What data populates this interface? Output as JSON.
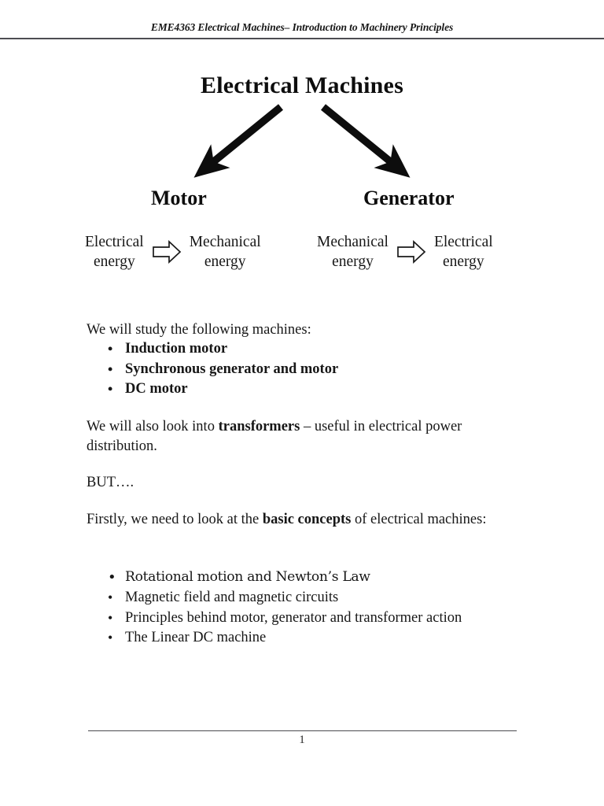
{
  "header": {
    "running_title": "EME4363 Electrical Machines– Introduction to Machinery Principles"
  },
  "title": "Electrical Machines",
  "diagram": {
    "branches": [
      {
        "name": "motor",
        "heading": "Motor"
      },
      {
        "name": "generator",
        "heading": "Generator"
      }
    ],
    "arrow_left_name": "down-left-arrow-icon",
    "arrow_right_name": "down-right-arrow-icon",
    "energy_flows": [
      {
        "name": "motor",
        "from_line1": "Electrical",
        "from_line2": "energy",
        "arrow": "block-right-arrow-icon",
        "to_line1": "Mechanical",
        "to_line2": "energy"
      },
      {
        "name": "generator",
        "from_line1": "Mechanical",
        "from_line2": "energy",
        "arrow": "block-right-arrow-icon",
        "to_line1": "Electrical",
        "to_line2": "energy"
      }
    ]
  },
  "body": {
    "study_intro": "We will study the following machines:",
    "machines": [
      "Induction motor",
      "Synchronous generator and motor",
      "DC motor"
    ],
    "transformers_pre": "We will also look into ",
    "transformers_bold": "transformers",
    "transformers_post": " – useful in electrical power distribution.",
    "but": "BUT….",
    "firstly_pre": "Firstly, we need to look at the ",
    "firstly_bold": "basic concepts",
    "firstly_post": " of electrical machines:",
    "concepts": [
      "Rotational motion and Newton’s Law",
      "Magnetic field and magnetic circuits",
      "Principles behind motor, generator and transformer action",
      "The Linear DC machine"
    ],
    "bullet_glyph": "•"
  },
  "footer": {
    "page_number": "1"
  },
  "colors": {
    "text": "#171717",
    "rule": "#4d4d52",
    "background": "#ffffff"
  }
}
